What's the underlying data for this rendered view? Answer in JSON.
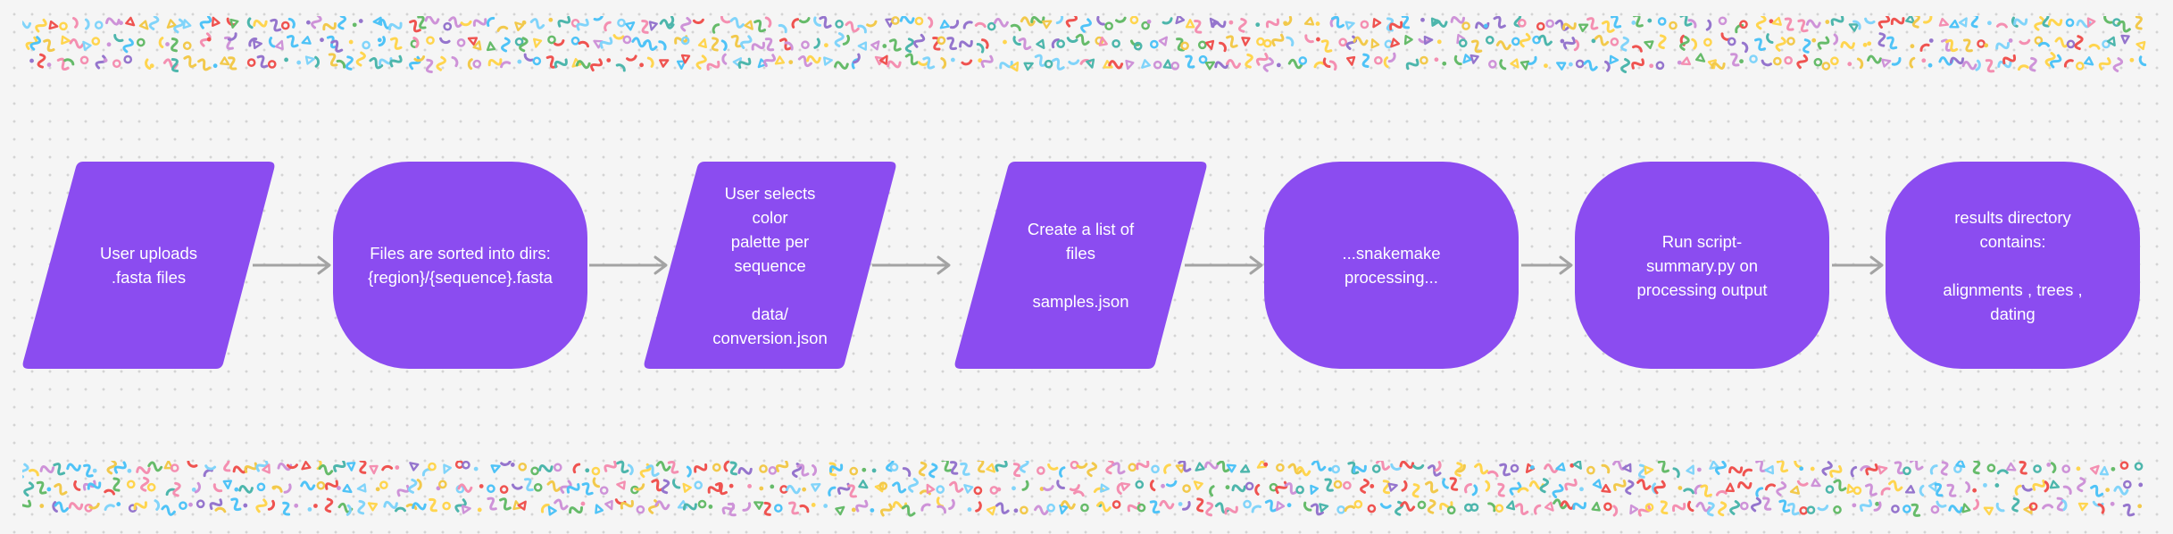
{
  "diagram": {
    "nodes": [
      {
        "id": "n1",
        "shape": "parallelogram",
        "text": "User uploads\n.fasta files"
      },
      {
        "id": "n2",
        "shape": "rounded",
        "text": "Files are sorted into dirs:\n{region}/{sequence}.fasta"
      },
      {
        "id": "n3",
        "shape": "parallelogram",
        "text": "User selects color\npalette per\nsequence\n\ndata/\nconversion.json"
      },
      {
        "id": "n4",
        "shape": "parallelogram",
        "text": "Create a list of\nfiles\n\nsamples.json"
      },
      {
        "id": "n5",
        "shape": "rounded",
        "text": "...snakemake processing..."
      },
      {
        "id": "n6",
        "shape": "rounded",
        "text": "Run script-summary.py on\nprocessing output"
      },
      {
        "id": "n7",
        "shape": "rounded",
        "text": "results directory contains:\n\nalignments , trees , dating"
      }
    ],
    "edges": [
      {
        "from": "n1",
        "to": "n2"
      },
      {
        "from": "n2",
        "to": "n3"
      },
      {
        "from": "n3",
        "to": "n4"
      },
      {
        "from": "n4",
        "to": "n5"
      },
      {
        "from": "n5",
        "to": "n6"
      },
      {
        "from": "n6",
        "to": "n7"
      }
    ]
  },
  "colors": {
    "node_fill": "#8b4cf0",
    "node_text": "#ffffff",
    "arrow": "#a3a3a3",
    "canvas_background": "#f5f5f5",
    "confetti": [
      "#f2c94c",
      "#4fc3f7",
      "#66bb6a",
      "#ef5350",
      "#9575cd",
      "#f48fb1",
      "#81d4fa",
      "#ce93d8",
      "#4db6ac",
      "#ffd54f"
    ]
  }
}
